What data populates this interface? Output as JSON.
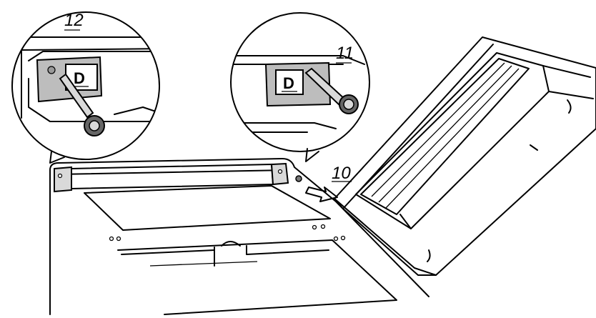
{
  "callouts": {
    "left": {
      "number": "12",
      "label": "D"
    },
    "right": {
      "number": "11",
      "label": "D"
    },
    "arrow": {
      "number": "10"
    }
  }
}
